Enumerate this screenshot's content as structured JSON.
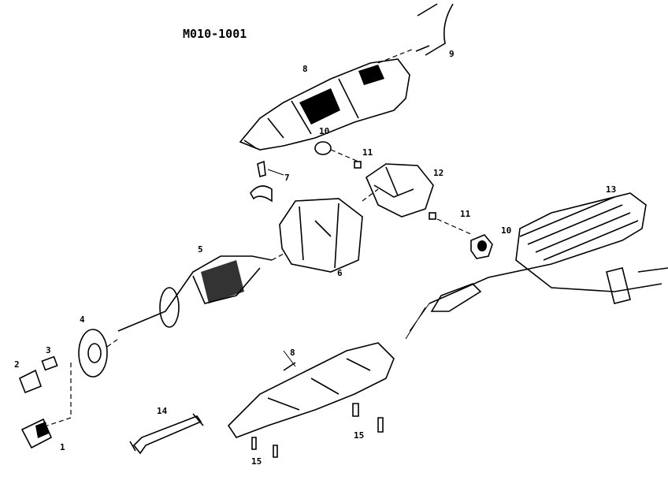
{
  "title": "M010-1001",
  "labels": {
    "p1": "1",
    "p2": "2",
    "p3": "3",
    "p4": "4",
    "p5": "5",
    "p6": "6",
    "p7": "7",
    "p8a": "8",
    "p8b": "8",
    "p9": "9",
    "p10a": "10",
    "p10b": "10",
    "p11a": "11",
    "p11b": "11",
    "p12": "12",
    "p13": "13",
    "p14": "14",
    "p15a": "15",
    "p15b": "15"
  }
}
